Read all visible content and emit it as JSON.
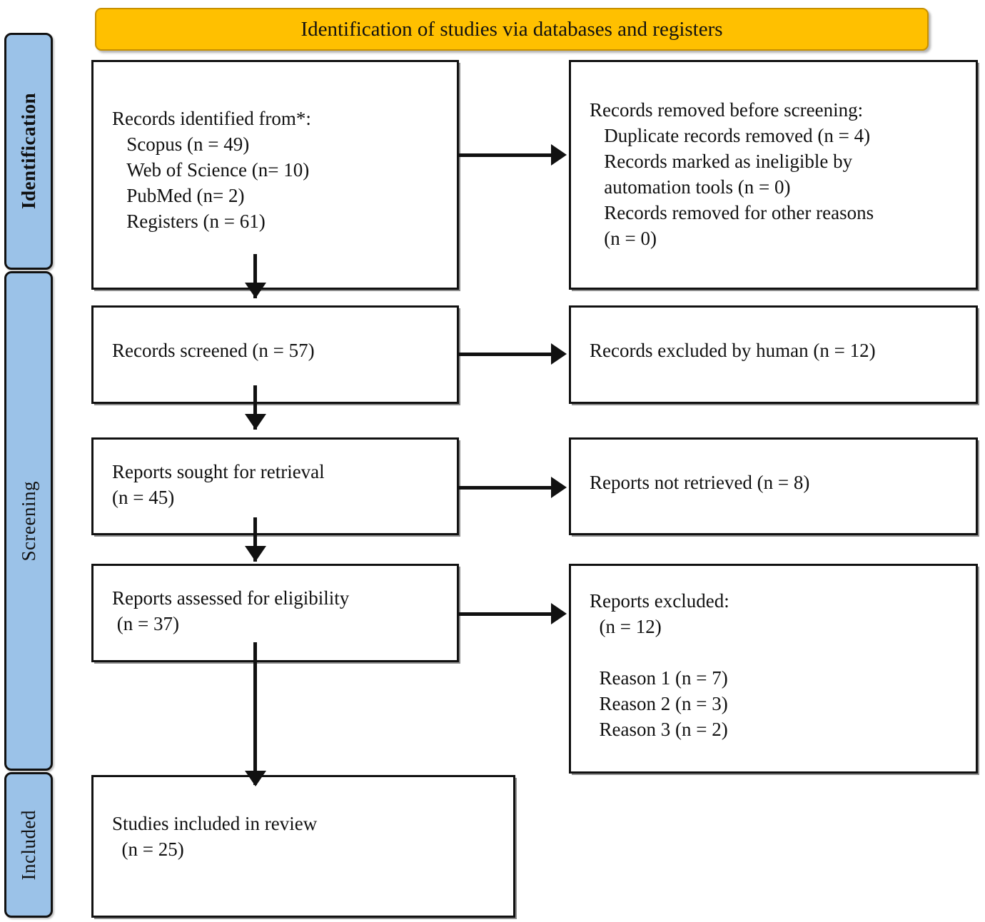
{
  "diagram": {
    "type": "prisma-flow-diagram",
    "header": {
      "title": "Identification of studies via databases and registers",
      "background_color": "#FFC000"
    },
    "stage_labels": {
      "identification": "Identification",
      "screening": "Screening",
      "included": "Included",
      "background_color": "#9BC2E8"
    },
    "boxes": {
      "identified": {
        "text": "Records identified from*:\n   Scopus (n = 49)\n   Web of Science (n= 10)\n   PubMed (n= 2)\n   Registers (n = 61)"
      },
      "removed_before_screening": {
        "text": "Records removed before screening:\n   Duplicate records removed (n = 4)\n   Records marked as ineligible by\n   automation tools (n = 0)\n   Records removed for other reasons\n   (n = 0)"
      },
      "records_screened": {
        "text": "Records screened (n = 57)"
      },
      "records_excluded_by_human": {
        "text": "Records excluded by human (n = 12)"
      },
      "reports_sought": {
        "text": "Reports sought for retrieval\n(n = 45)"
      },
      "reports_not_retrieved": {
        "text": "Reports not retrieved (n = 8)"
      },
      "reports_assessed": {
        "text": "Reports assessed for eligibility\n (n = 37)"
      },
      "reports_excluded": {
        "text": "Reports excluded:\n  (n = 12)\n\n  Reason 1 (n = 7)\n  Reason 2 (n = 3)\n  Reason 3 (n = 2)"
      },
      "studies_included": {
        "text": "Studies included in review\n  (n = 25)"
      }
    },
    "counts": {
      "scopus": 49,
      "web_of_science": 10,
      "pubmed": 2,
      "registers": 61,
      "duplicate_records_removed": 4,
      "marked_ineligible_by_automation": 0,
      "removed_other_reasons": 0,
      "records_screened": 57,
      "records_excluded_by_human": 12,
      "reports_sought_for_retrieval": 45,
      "reports_not_retrieved": 8,
      "reports_assessed_for_eligibility": 37,
      "reports_excluded": 12,
      "reason_1": 7,
      "reason_2": 3,
      "reason_3": 2,
      "studies_included_in_review": 25
    }
  }
}
